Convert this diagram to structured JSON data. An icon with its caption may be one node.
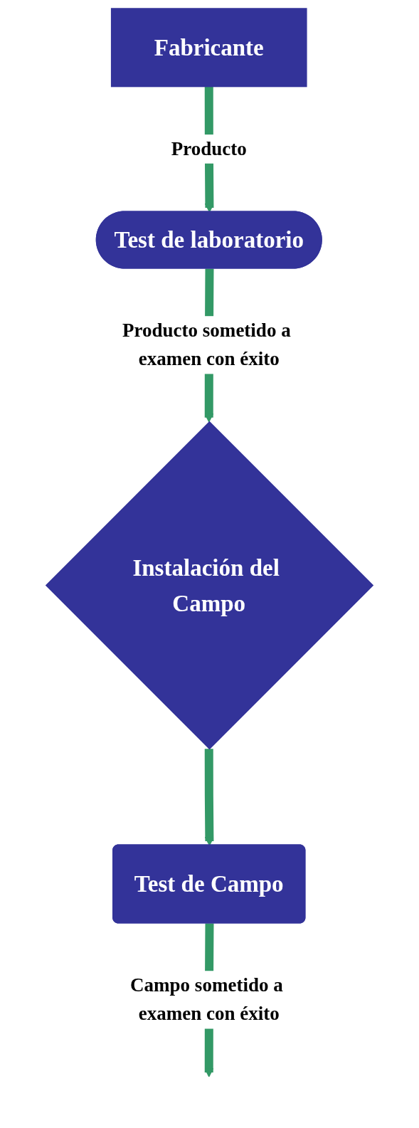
{
  "diagram": {
    "nodes": [
      {
        "text": [
          "Fabricante"
        ]
      },
      {
        "text": [
          "Test de laboratorio"
        ]
      },
      {
        "text": [
          "Instalación del Campo"
        ]
      },
      {
        "text": [
          "Test de Campo"
        ]
      }
    ],
    "edges": [
      {
        "from": 0,
        "to": 1,
        "arrow": "to",
        "label": "Producto"
      },
      {
        "from": 1,
        "to": 2,
        "arrow": "to",
        "label": "Producto sometido a examen con éxito"
      },
      {
        "from": 2,
        "to": 3,
        "arrow": "to"
      },
      {
        "from": 3,
        "to": null,
        "arrow": "to",
        "label": "Campo sometido a examen con éxito"
      }
    ]
  }
}
